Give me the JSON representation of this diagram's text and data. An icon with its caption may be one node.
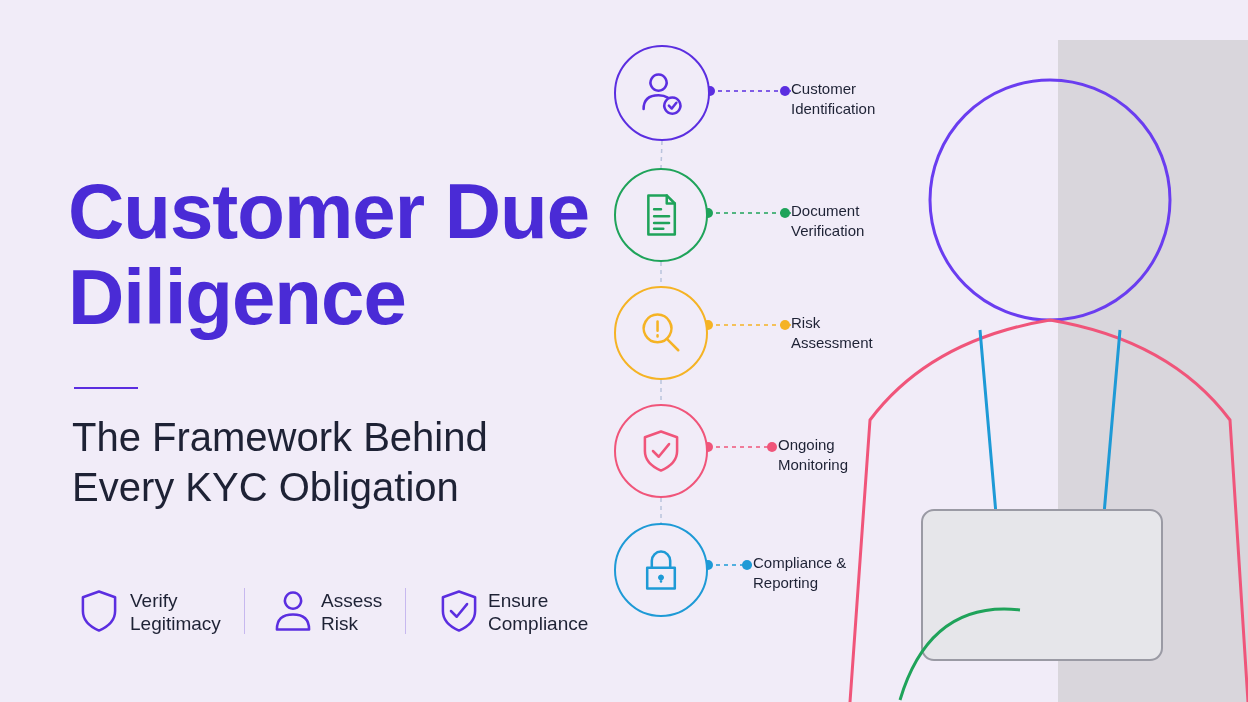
{
  "diagram": {
    "title": "Customer Due Diligence",
    "nodes": [
      {
        "text": [],
        "shape": "circle"
      },
      {
        "text": [
          "Customer Identification"
        ]
      },
      {
        "text": [],
        "shape": "circle"
      },
      {
        "text": [
          "Document Verification"
        ]
      },
      {
        "text": [],
        "shape": "circle"
      },
      {
        "text": [
          "Risk Assessment"
        ]
      },
      {
        "text": [],
        "shape": "circle"
      },
      {
        "text": [
          "Ongoing Monitoring"
        ]
      },
      {
        "text": [],
        "shape": "circle"
      },
      {
        "text": [
          "Compliance & Reporting"
        ]
      }
    ],
    "edges": [
      {
        "from": 0,
        "to": 1,
        "arrow": "other",
        "style": "dashed",
        "color": "#5b2ee0"
      },
      {
        "from": 0,
        "to": 2,
        "arrow": "none",
        "style": "dashed"
      },
      {
        "from": 2,
        "to": 3,
        "arrow": "other",
        "style": "dashed",
        "color": "#1fa35a"
      },
      {
        "from": 2,
        "to": 4,
        "arrow": "none",
        "style": "dashed"
      },
      {
        "from": 4,
        "to": 5,
        "arrow": "other",
        "style": "dashed",
        "color": "#f5b324"
      },
      {
        "from": 4,
        "to": 6,
        "arrow": "none",
        "style": "dashed"
      },
      {
        "from": 6,
        "to": 7,
        "arrow": "other",
        "style": "dashed",
        "color": "#f0557a"
      },
      {
        "from": 6,
        "to": 8,
        "arrow": "none",
        "style": "dashed"
      },
      {
        "from": 8,
        "to": 9,
        "arrow": "other",
        "style": "dashed",
        "color": "#1e9ad6"
      }
    ],
    "labels": [
      "The Framework Behind Every KYC Obligation",
      "Verify Legitimacy",
      "Assess Risk",
      "Ensure Compliance"
    ]
  }
}
